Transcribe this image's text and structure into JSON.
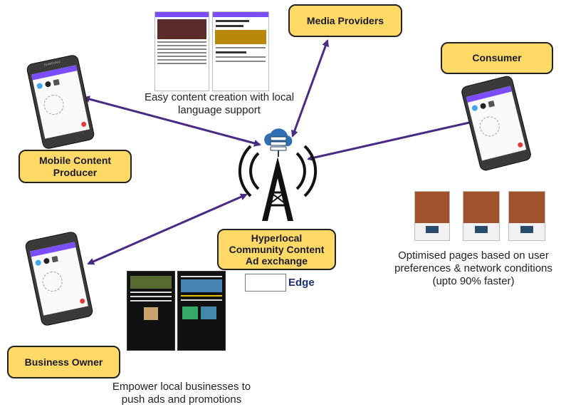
{
  "nodes": {
    "media_providers": "Media Providers",
    "consumer": "Consumer",
    "mobile_content_producer": "Mobile Content Producer",
    "hub": "Hyperlocal Community Content Ad exchange",
    "business_owner": "Business Owner"
  },
  "captions": {
    "content_creation": "Easy content creation with local language support",
    "optimised_pages": "Optimised pages based on user preferences & network conditions (upto 90% faster)",
    "empower_local": "Empower local businesses to push ads and promotions"
  },
  "edge_label": "Edge",
  "phone_brand": "SAMSUNG",
  "icons": {
    "tower": "cell-tower-icon",
    "cloud_server": "cloud-server-icon"
  },
  "colors": {
    "box_fill": "#ffd966",
    "arrow": "#4b2a86",
    "app_bar": "#7c4dff",
    "tower": "#111111",
    "cloud": "#2f6fb3"
  }
}
